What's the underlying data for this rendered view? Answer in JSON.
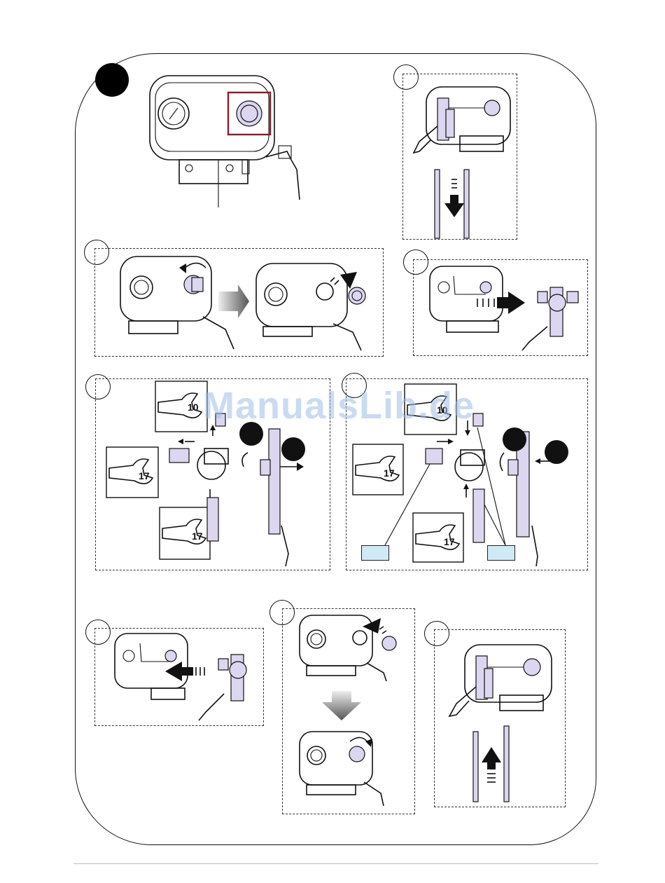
{
  "watermark": "ManualsLib.de",
  "wrench_sizes": {
    "w1": "10",
    "w2": "17",
    "w3": "17",
    "w4": "10",
    "w5": "17",
    "w6": "17"
  },
  "colors": {
    "highlight_frame": "#8a1c2b",
    "part_fill": "#ddd6f0",
    "ref_box_fill": "#cfeaf5",
    "watermark": "#9fbfe6"
  },
  "icons": [
    "step-circle",
    "wrench-icon",
    "arrow-icon",
    "rotate-arrow-icon",
    "device-illustration"
  ]
}
